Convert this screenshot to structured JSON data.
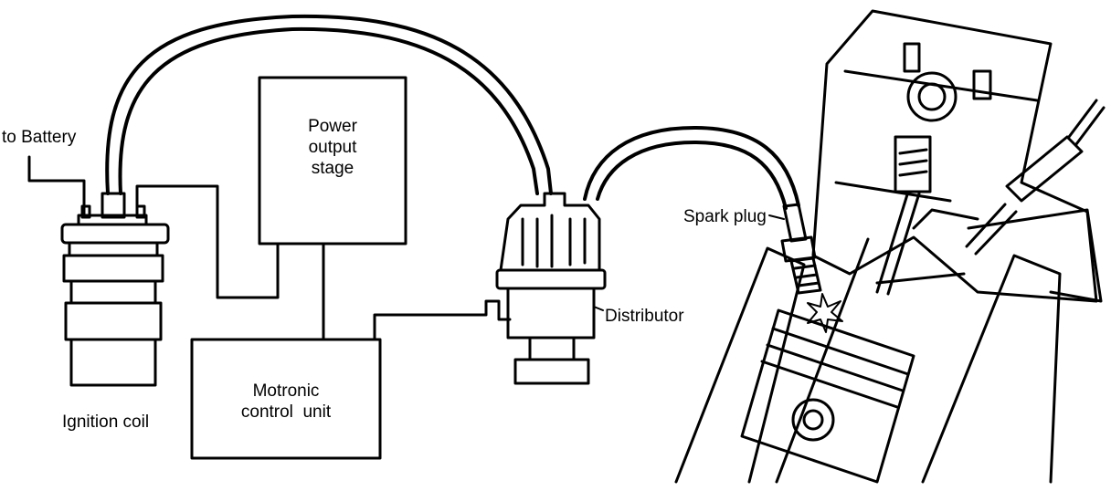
{
  "labels": {
    "battery": "to Battery",
    "ignition_coil": "Ignition coil",
    "power_output": [
      "Power",
      "output",
      "stage"
    ],
    "motronic": [
      "Motronic",
      "control  unit"
    ],
    "distributor": "Distributor",
    "spark_plug": "Spark plug"
  },
  "colors": {
    "ink": "#000000",
    "paper": "#ffffff"
  }
}
